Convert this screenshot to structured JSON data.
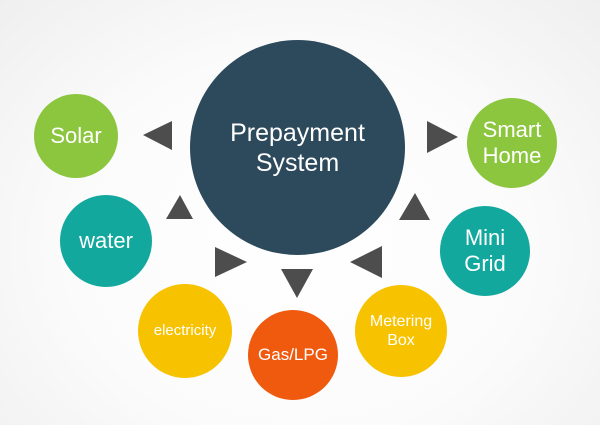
{
  "center": {
    "label": "Prepayment\nSystem",
    "color": "#2d4a5c"
  },
  "nodes": {
    "solar": {
      "label": "Solar",
      "color": "#8cc63f"
    },
    "water": {
      "label": "water",
      "color": "#13a89e"
    },
    "electricity": {
      "label": "electricity",
      "color": "#f7c200"
    },
    "gas": {
      "label": "Gas/LPG",
      "color": "#ef5a0f"
    },
    "metering": {
      "label": "Metering\nBox",
      "color": "#f7c200"
    },
    "minigrid": {
      "label": "Mini\nGrid",
      "color": "#13a89e"
    },
    "smarthome": {
      "label": "Smart\nHome",
      "color": "#8cc63f"
    }
  },
  "arrow_color": "#4d4d4d"
}
